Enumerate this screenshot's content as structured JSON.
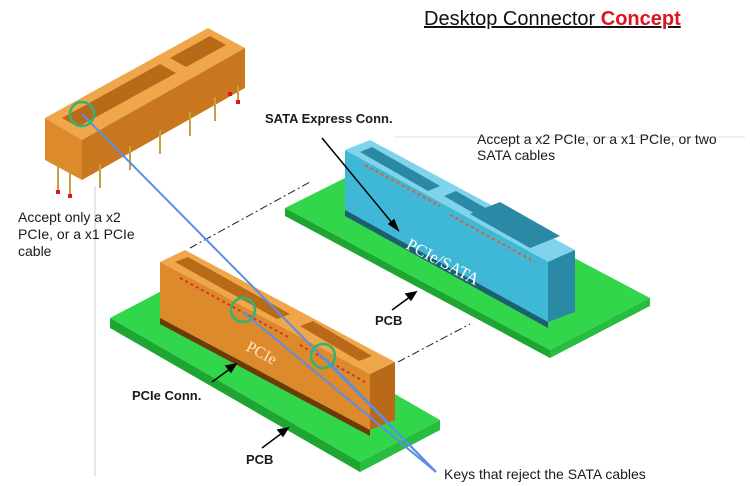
{
  "title": {
    "main": "Desktop Connector ",
    "accent": "Concept"
  },
  "labels": {
    "sata_express_conn": "SATA Express Conn.",
    "sata_express_desc": "Accept a x2 PCIe, or a x1 PCIe, or two SATA cables",
    "pcie_only_desc": "Accept only a x2 PCIe, or a x1 PCIe cable",
    "pcb_right": "PCB",
    "pcie_conn": "PCIe Conn.",
    "pcb_bottom": "PCB",
    "keys_note": "Keys that reject the SATA cables",
    "pcie_print": "PCIe",
    "pcie_sata_print": "PCIe/SATA"
  },
  "colors": {
    "pcb": "#31d64a",
    "pcb_dark": "#1fa632",
    "pcie_body": "#dd8a2c",
    "pcie_dark": "#b86a18",
    "sata_body": "#3fb7d6",
    "sata_dark": "#2a8aa5",
    "callout": "#2bb673",
    "leader": "#5b8ee6",
    "accent": "#e0141e"
  }
}
